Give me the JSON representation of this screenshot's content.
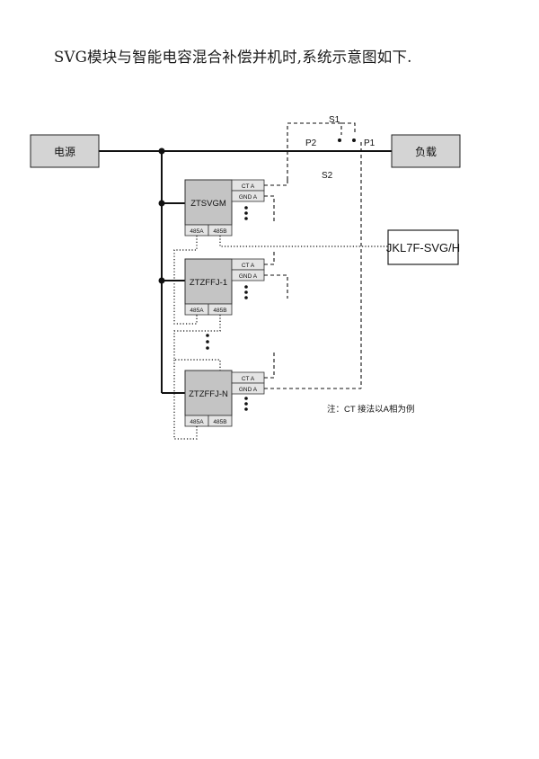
{
  "title": "SVG模块与智能电容混合补偿并机时,系统示意图如下.",
  "source_label": "电源",
  "load_label": "负载",
  "controller_label": "JKL7F-SVG/H",
  "switch_labels": {
    "s1": "S1",
    "s2": "S2",
    "p1": "P1",
    "p2": "P2"
  },
  "modules": [
    {
      "name": "ZTSVGM",
      "ct_label": "CT  A",
      "gnd_label": "GND  A",
      "port_a": "485A",
      "port_b": "485B"
    },
    {
      "name": "ZTZFFJ-1",
      "ct_label": "CT  A",
      "gnd_label": "GND  A",
      "port_a": "485A",
      "port_b": "485B"
    },
    {
      "name": "ZTZFFJ-N",
      "ct_label": "CT  A",
      "gnd_label": "GND  A",
      "port_a": "485A",
      "port_b": "485B"
    }
  ],
  "note": "注：CT 接法以A相为例",
  "colors": {
    "box_fill": "#d4d4d4",
    "module_fill": "#c4c4c4",
    "line": "#111111"
  }
}
